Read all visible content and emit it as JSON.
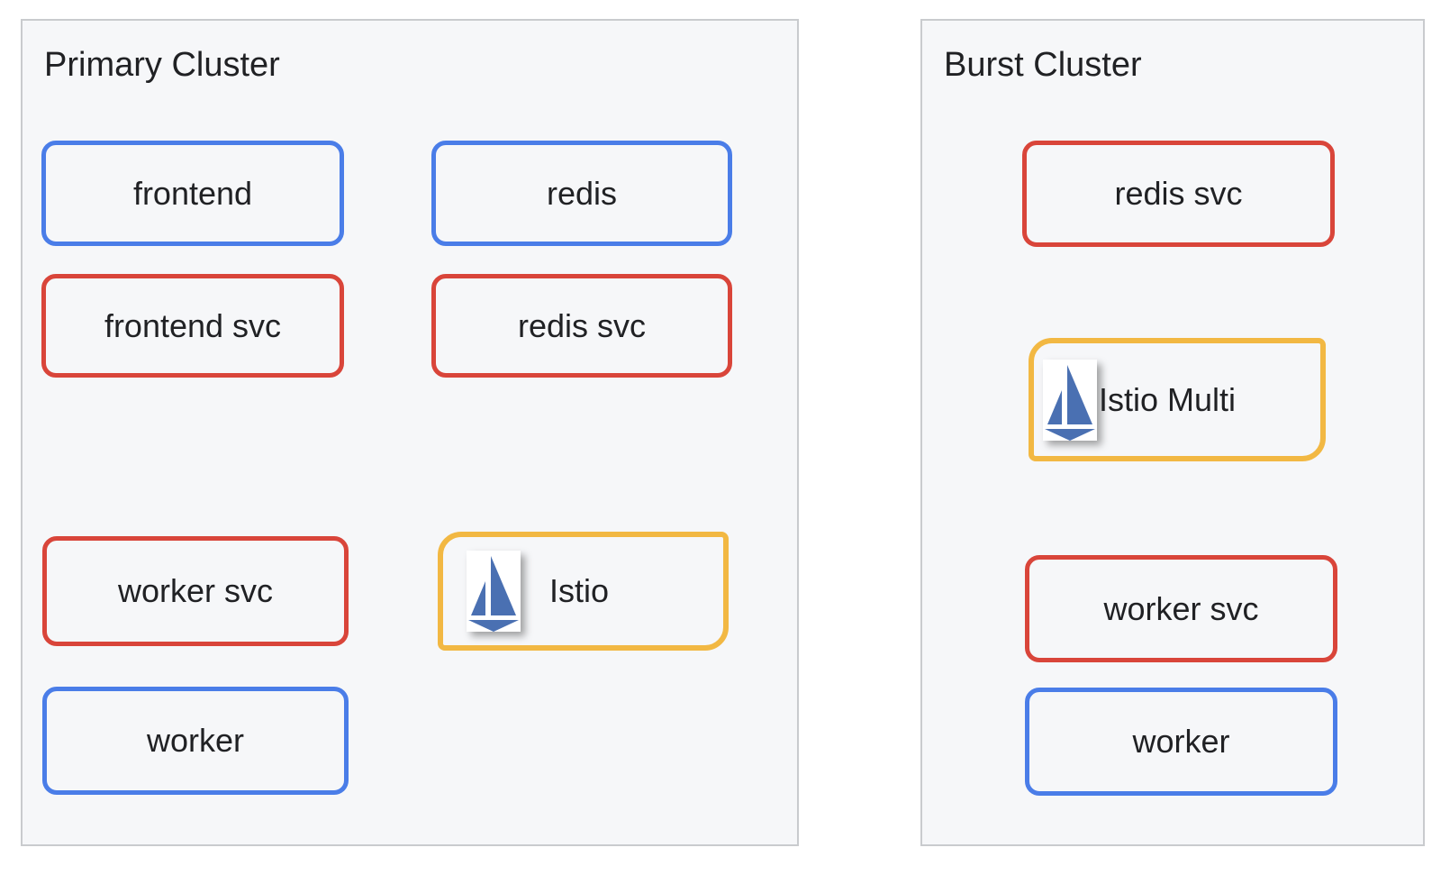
{
  "colors": {
    "deployment_blue": "#4a7de8",
    "service_red": "#d9453a",
    "istio_yellow": "#f2b843",
    "panel_fill": "#f6f7f9",
    "panel_border": "#c9cbce",
    "istio_logo_blue": "#4a70b2",
    "text": "#202124",
    "page_background": "#ffffff"
  },
  "clusters": [
    {
      "title": "Primary Cluster",
      "nodes": [
        {
          "label": "frontend",
          "border": "blue",
          "icon": null
        },
        {
          "label": "redis",
          "border": "blue",
          "icon": null
        },
        {
          "label": "frontend svc",
          "border": "red",
          "icon": null
        },
        {
          "label": "redis svc",
          "border": "red",
          "icon": null
        },
        {
          "label": "worker svc",
          "border": "red",
          "icon": null
        },
        {
          "label": "Istio",
          "border": "yellow",
          "icon": "istio-sailboat"
        },
        {
          "label": "worker",
          "border": "blue",
          "icon": null
        }
      ]
    },
    {
      "title": "Burst Cluster",
      "nodes": [
        {
          "label": "redis svc",
          "border": "red",
          "icon": null
        },
        {
          "label": "Istio Multi",
          "border": "yellow",
          "icon": "istio-sailboat"
        },
        {
          "label": "worker svc",
          "border": "red",
          "icon": null
        },
        {
          "label": "worker",
          "border": "blue",
          "icon": null
        }
      ]
    }
  ]
}
